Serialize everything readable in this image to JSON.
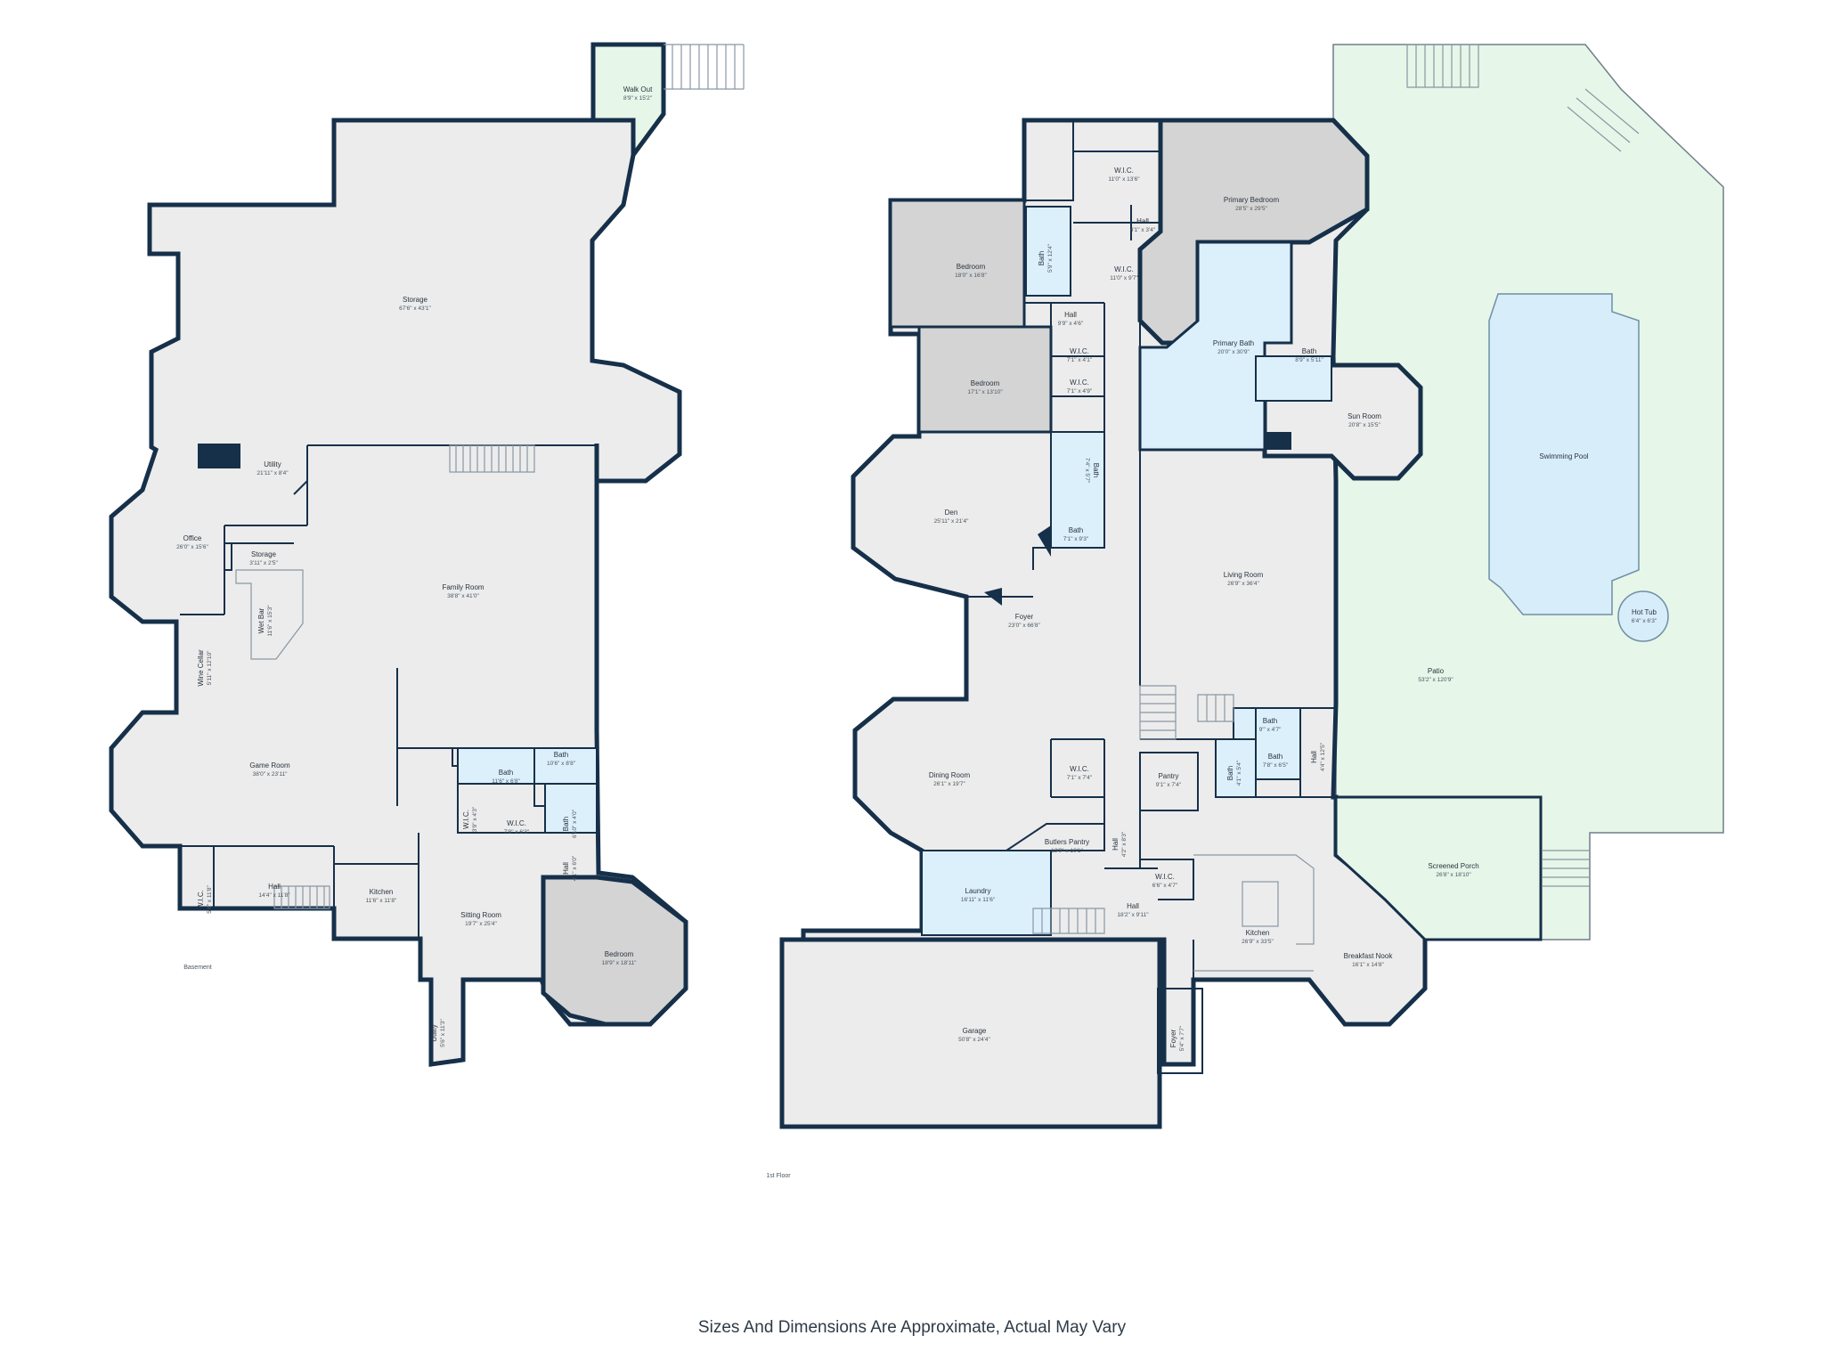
{
  "colors": {
    "wall": "#16304a",
    "floor": "#ececec",
    "bedroom": "#d4d4d4",
    "wet_room": "#dcf0fb",
    "outdoor": "#e6f6e8",
    "pool": "#d7edf9"
  },
  "floors": [
    {
      "key": "basement",
      "label": "Basement"
    },
    {
      "key": "first",
      "label": "1st Floor"
    }
  ],
  "rooms": [
    {
      "key": "walk_out",
      "name": "Walk Out",
      "dims": "8'9\" x 15'2\""
    },
    {
      "key": "storage_b",
      "name": "Storage",
      "dims": "67'6\" x 43'1\""
    },
    {
      "key": "utility_b",
      "name": "Utility",
      "dims": "21'11\" x 8'4\""
    },
    {
      "key": "office",
      "name": "Office",
      "dims": "26'0\" x 15'6\""
    },
    {
      "key": "storage_small",
      "name": "Storage",
      "dims": "3'11\" x 2'5\""
    },
    {
      "key": "wet_bar",
      "name": "Wet Bar",
      "dims": "11'6\" x 15'3\""
    },
    {
      "key": "wine_cellar",
      "name": "Wine Cellar",
      "dims": "5'11\" x 12'10\""
    },
    {
      "key": "family_room",
      "name": "Family Room",
      "dims": "38'8\" x 41'0\""
    },
    {
      "key": "game_room",
      "name": "Game Room",
      "dims": "38'0\" x 23'11\""
    },
    {
      "key": "bath_b1",
      "name": "Bath",
      "dims": "11'6\" x 6'8\""
    },
    {
      "key": "bath_b2",
      "name": "Bath",
      "dims": "10'6\" x 8'8\""
    },
    {
      "key": "wic_b1",
      "name": "W.I.C.",
      "dims": "3'9\" x 4'3\""
    },
    {
      "key": "wic_b2",
      "name": "W.I.C.",
      "dims": "7'8\" x 6'3\""
    },
    {
      "key": "bath_b3",
      "name": "Bath",
      "dims": "6'10\" x 4'0\""
    },
    {
      "key": "wic_b3",
      "name": "W.I.C.",
      "dims": "5'6\" x 11'8\""
    },
    {
      "key": "hall_b1",
      "name": "Hall",
      "dims": "14'4\" x 11'8\""
    },
    {
      "key": "kitchen_b",
      "name": "Kitchen",
      "dims": "11'6\" x 11'8\""
    },
    {
      "key": "sitting_room",
      "name": "Sitting Room",
      "dims": "19'7\" x 25'4\""
    },
    {
      "key": "hall_b2",
      "name": "Hall",
      "dims": "4'1\" x 6'0\""
    },
    {
      "key": "bedroom_b",
      "name": "Bedroom",
      "dims": "18'9\" x 18'11\""
    },
    {
      "key": "utility_b2",
      "name": "Utility",
      "dims": "5'6\" x 11'3\""
    },
    {
      "key": "wic_f1",
      "name": "W.I.C.",
      "dims": "11'0\" x 13'6\""
    },
    {
      "key": "primary_bedroom",
      "name": "Primary Bedroom",
      "dims": "28'5\" x 29'5\""
    },
    {
      "key": "bedroom_f1",
      "name": "Bedroom",
      "dims": "18'0\" x 16'8\""
    },
    {
      "key": "bath_f1",
      "name": "Bath",
      "dims": "5'9\" x 12'4\""
    },
    {
      "key": "hall_f1",
      "name": "Hall",
      "dims": "4'1\" x 3'4\""
    },
    {
      "key": "wic_f2",
      "name": "W.I.C.",
      "dims": "11'0\" x 9'7\""
    },
    {
      "key": "hall_f2",
      "name": "Hall",
      "dims": "9'9\" x 4'6\""
    },
    {
      "key": "primary_bath",
      "name": "Primary Bath",
      "dims": "20'0\" x 30'9\""
    },
    {
      "key": "wic_f3",
      "name": "W.I.C.",
      "dims": "7'1\" x 4'1\""
    },
    {
      "key": "wic_f4",
      "name": "W.I.C.",
      "dims": "7'1\" x 4'9\""
    },
    {
      "key": "bedroom_f2",
      "name": "Bedroom",
      "dims": "17'1\" x 13'10\""
    },
    {
      "key": "bath_f2",
      "name": "Bath",
      "dims": "8'9\" x 5'11\""
    },
    {
      "key": "sun_room",
      "name": "Sun Room",
      "dims": "20'8\" x 15'5\""
    },
    {
      "key": "swimming_pool",
      "name": "Swimming Pool",
      "dims": ""
    },
    {
      "key": "bath_f3",
      "name": "Bath",
      "dims": "7'4\" x 5'7\""
    },
    {
      "key": "den",
      "name": "Den",
      "dims": "25'11\" x 21'4\""
    },
    {
      "key": "bath_f4",
      "name": "Bath",
      "dims": "7'1\" x 9'3\""
    },
    {
      "key": "living_room",
      "name": "Living Room",
      "dims": "26'9\" x 36'4\""
    },
    {
      "key": "foyer_f1",
      "name": "Foyer",
      "dims": "23'0\" x 66'8\""
    },
    {
      "key": "hot_tub",
      "name": "Hot Tub",
      "dims": "6'4\" x 6'3\""
    },
    {
      "key": "patio",
      "name": "Patio",
      "dims": "53'2\" x 120'9\""
    },
    {
      "key": "dining_room",
      "name": "Dining Room",
      "dims": "26'1\" x 19'7\""
    },
    {
      "key": "wic_f5",
      "name": "W.I.C.",
      "dims": "7'1\" x 7'4\""
    },
    {
      "key": "pantry",
      "name": "Pantry",
      "dims": "9'1\" x 7'4\""
    },
    {
      "key": "bath_f5",
      "name": "Bath",
      "dims": "9'\" x 4'7\""
    },
    {
      "key": "bath_f6",
      "name": "Bath",
      "dims": "7'8\" x 6'5\""
    },
    {
      "key": "bath_f7",
      "name": "Bath",
      "dims": "4'1\" x 5'4\""
    },
    {
      "key": "hall_f3",
      "name": "Hall",
      "dims": "4'4\" x 12'5\""
    },
    {
      "key": "screened_porch",
      "name": "Screened Porch",
      "dims": "26'8\" x 18'10\""
    },
    {
      "key": "butlers_pantry",
      "name": "Butlers Pantry",
      "dims": "12'9\" x 10'1\""
    },
    {
      "key": "hall_f4",
      "name": "Hall",
      "dims": "4'2\" x 8'3\""
    },
    {
      "key": "laundry",
      "name": "Laundry",
      "dims": "16'11\" x 11'6\""
    },
    {
      "key": "wic_f6",
      "name": "W.I.C.",
      "dims": "6'6\" x 4'7\""
    },
    {
      "key": "kitchen_f",
      "name": "Kitchen",
      "dims": "26'9\" x 33'5\""
    },
    {
      "key": "hall_f5",
      "name": "Hall",
      "dims": "18'2\" x 9'11\""
    },
    {
      "key": "breakfast_nook",
      "name": "Breakfast Nook",
      "dims": "16'1\" x 14'8\""
    },
    {
      "key": "garage",
      "name": "Garage",
      "dims": "50'8\" x 24'4\""
    },
    {
      "key": "foyer_f2",
      "name": "Foyer",
      "dims": "5'4\" x 7'7\""
    }
  ],
  "disclaimer": "Sizes And Dimensions Are Approximate, Actual May Vary"
}
